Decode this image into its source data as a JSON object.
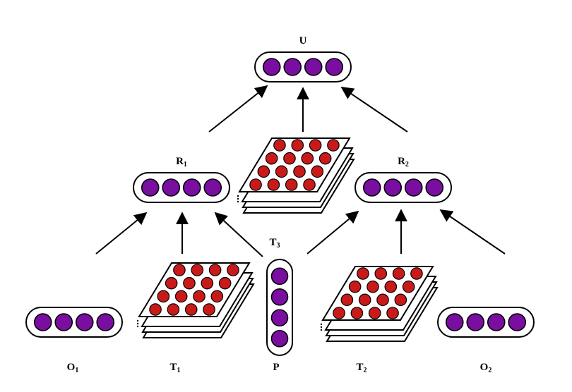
{
  "colors": {
    "vector_neuron": "#7a0ea1",
    "tensor_neuron": "#c91a1a",
    "stroke": "#000000",
    "background": "#ffffff"
  },
  "labels": {
    "U": {
      "main": "U",
      "sub": ""
    },
    "R1": {
      "main": "R",
      "sub": "1"
    },
    "R2": {
      "main": "R",
      "sub": "2"
    },
    "T1": {
      "main": "T",
      "sub": "1"
    },
    "T2": {
      "main": "T",
      "sub": "2"
    },
    "T3": {
      "main": "T",
      "sub": "3"
    },
    "O1": {
      "main": "O",
      "sub": "1"
    },
    "O2": {
      "main": "O",
      "sub": "2"
    },
    "P": {
      "main": "P",
      "sub": ""
    }
  },
  "nodes": {
    "U": {
      "kind": "vector",
      "neurons": 4,
      "orientation": "horizontal"
    },
    "R1": {
      "kind": "vector",
      "neurons": 4,
      "orientation": "horizontal"
    },
    "R2": {
      "kind": "vector",
      "neurons": 4,
      "orientation": "horizontal"
    },
    "O1": {
      "kind": "vector",
      "neurons": 4,
      "orientation": "horizontal"
    },
    "O2": {
      "kind": "vector",
      "neurons": 4,
      "orientation": "horizontal"
    },
    "P": {
      "kind": "vector",
      "neurons": 4,
      "orientation": "vertical"
    },
    "T1": {
      "kind": "tensor",
      "rows": 4,
      "cols": 4,
      "extra_slices": 3
    },
    "T2": {
      "kind": "tensor",
      "rows": 4,
      "cols": 4,
      "extra_slices": 3
    },
    "T3": {
      "kind": "tensor",
      "rows": 4,
      "cols": 4,
      "extra_slices": 3
    }
  },
  "edges": [
    {
      "from": "O1",
      "to": "R1"
    },
    {
      "from": "T1",
      "to": "R1"
    },
    {
      "from": "P",
      "to": "R1"
    },
    {
      "from": "P",
      "to": "R2"
    },
    {
      "from": "T2",
      "to": "R2"
    },
    {
      "from": "O2",
      "to": "R2"
    },
    {
      "from": "R1",
      "to": "U"
    },
    {
      "from": "T3",
      "to": "U"
    },
    {
      "from": "R2",
      "to": "U"
    }
  ]
}
